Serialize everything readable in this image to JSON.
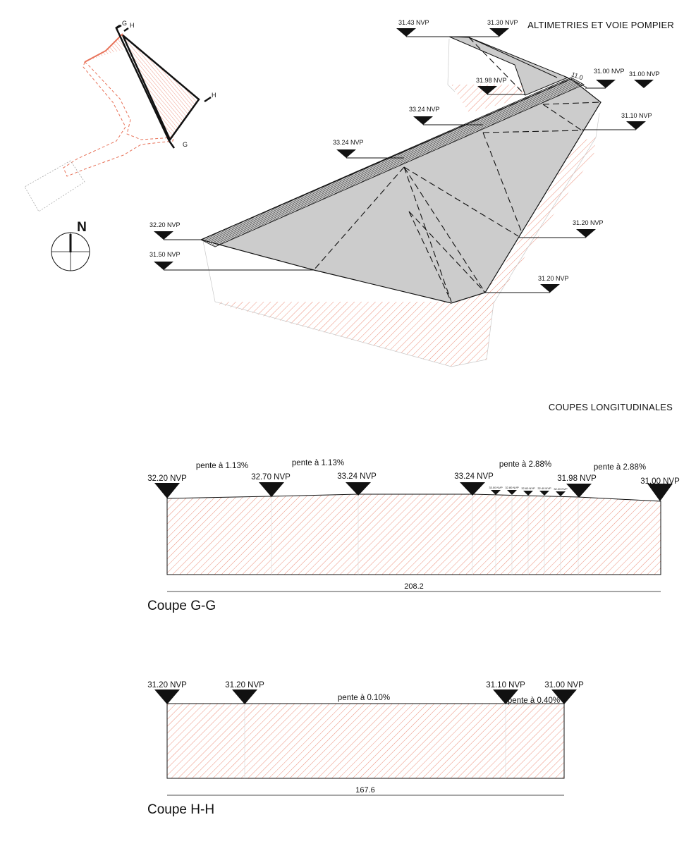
{
  "titles": {
    "plan": "ALTIMETRIES ET VOIE POMPIER",
    "sections": "COUPES LONGITUDINALES"
  },
  "key_plan": {
    "north": "N",
    "section_marks": [
      "G",
      "H",
      "H",
      "G"
    ]
  },
  "plan_levels": [
    "31.43 NVP",
    "31.30 NVP",
    "31.98 NVP",
    "11.0",
    "31.00 NVP",
    "31.00 NVP",
    "33.24 NVP",
    "31.10 NVP",
    "33.24 NVP",
    "32.20 NVP",
    "31.20 NVP",
    "31.50 NVP",
    "31.20 NVP"
  ],
  "section_gg": {
    "caption": "Coupe G-G",
    "length": "208.2",
    "levels": [
      "32.20 NVP",
      "32.70 NVP",
      "33.24 NVP",
      "33.24 NVP",
      "31.98 NVP",
      "31.00 NVP"
    ],
    "tiny_levels": [
      "33.00 NVP",
      "32.80 NVP",
      "32.60 NVP",
      "32.40 NVP",
      "32.20 NVP"
    ],
    "slopes": [
      "pente à 1.13%",
      "pente à 1.13%",
      "pente à 2.88%",
      "pente à 2.88%"
    ]
  },
  "section_hh": {
    "caption": "Coupe H-H",
    "length": "167.6",
    "levels": [
      "31.20 NVP",
      "31.20 NVP",
      "31.10 NVP",
      "31.00 NVP"
    ],
    "slopes": [
      "pente à 0.10%",
      "pente à 0.40%"
    ]
  },
  "colors": {
    "hatch": "#e8735a",
    "platform": "#cccccc",
    "dark_band": "#3a3a3a",
    "line": "#111111"
  }
}
